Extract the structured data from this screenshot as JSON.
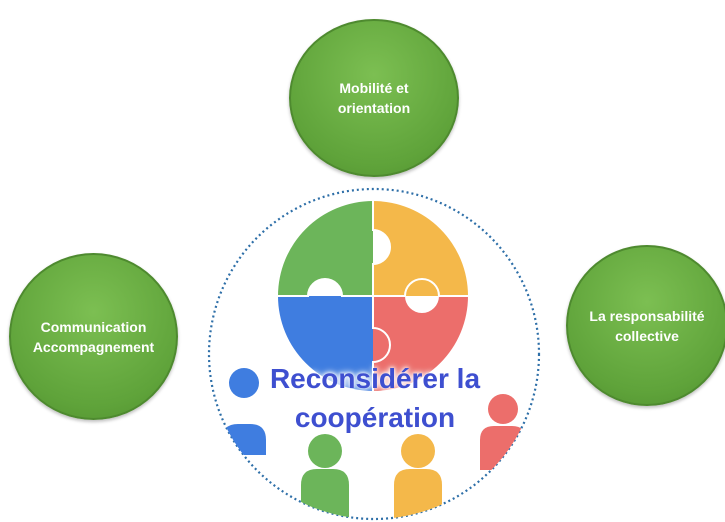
{
  "nodes": {
    "top": "Mobilité et\norientation",
    "left": "Communication\nAccompagnement",
    "right": "La responsabilité\ncollective"
  },
  "center": {
    "line1": "Reconsidérer la",
    "line2": "coopération"
  },
  "colors": {
    "node_green": "#5fa33a",
    "puzzle_green": "#6cb55a",
    "puzzle_yellow": "#f4b84a",
    "puzzle_blue": "#3f7de0",
    "puzzle_red": "#ec6e6b",
    "center_text": "#3e4fd0",
    "dotted_border": "#2e6fa8"
  },
  "icons": [
    "puzzle-icon",
    "person-icon"
  ]
}
